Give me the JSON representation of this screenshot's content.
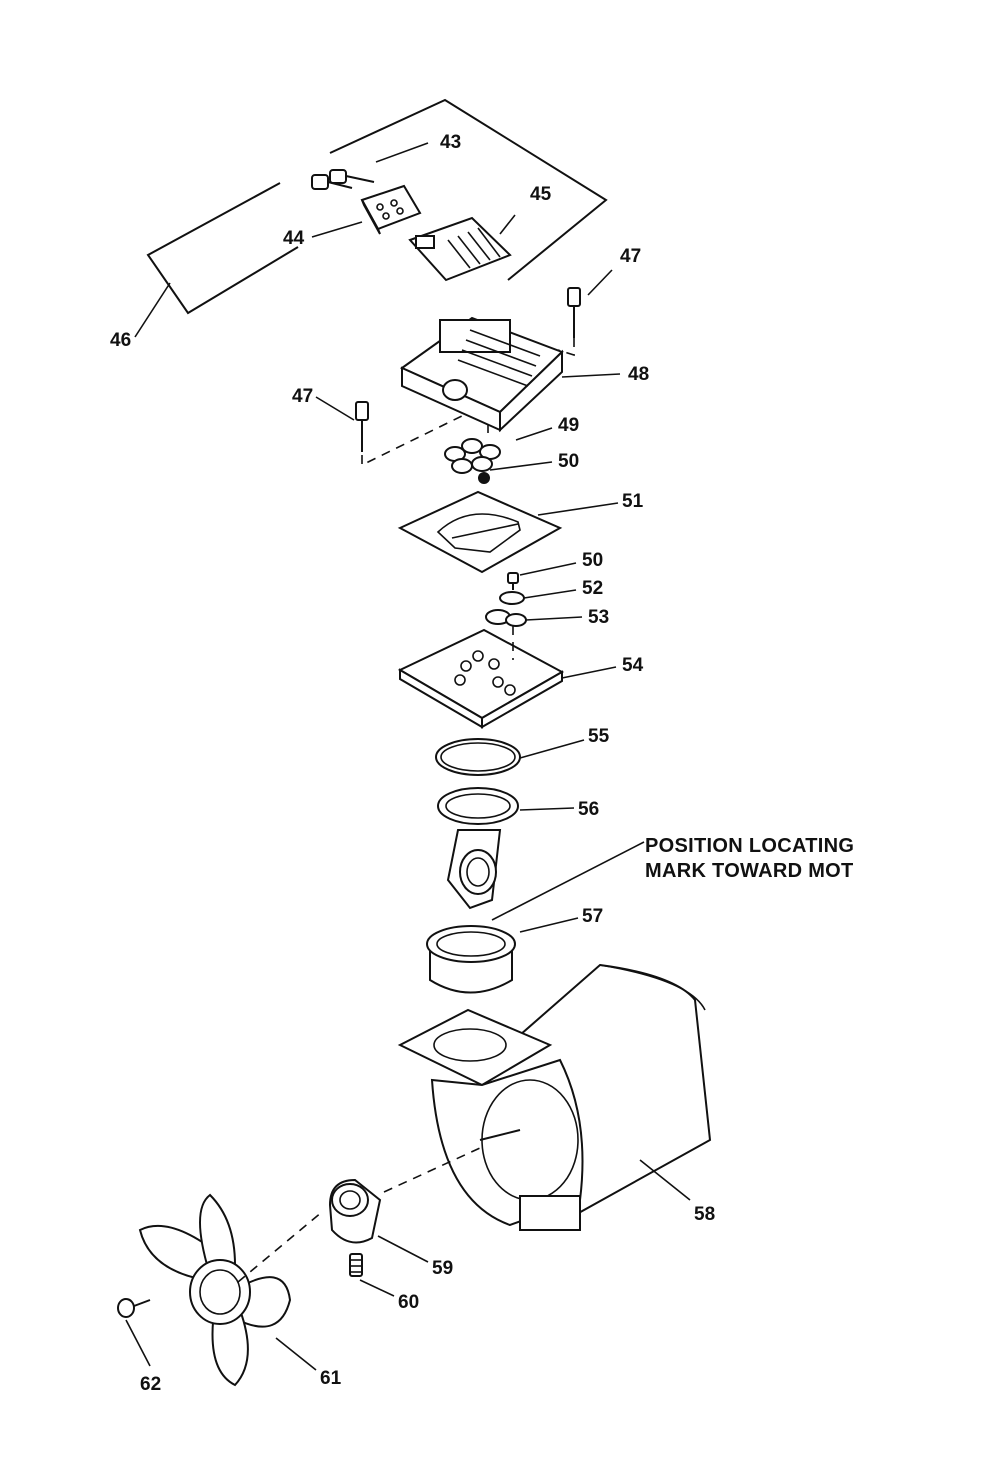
{
  "labels": {
    "p43": "43",
    "p44": "44",
    "p45": "45",
    "p46": "46",
    "p47a": "47",
    "p47b": "47",
    "p48": "48",
    "p49": "49",
    "p50a": "50",
    "p51": "51",
    "p50b": "50",
    "p52": "52",
    "p53": "53",
    "p54": "54",
    "p55": "55",
    "p56": "56",
    "p57": "57",
    "p58": "58",
    "p59": "59",
    "p60": "60",
    "p61": "61",
    "p62": "62"
  },
  "note": {
    "line1": "POSITION LOCATING",
    "line2": "MARK TOWARD MOT"
  }
}
